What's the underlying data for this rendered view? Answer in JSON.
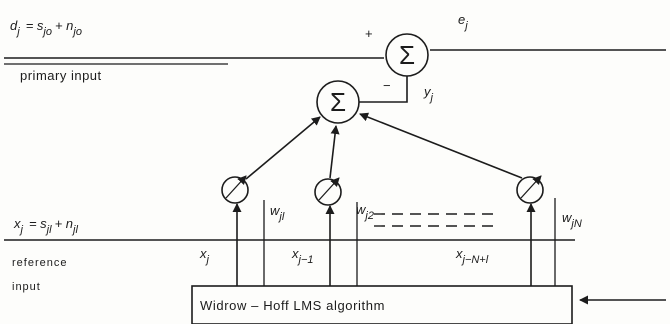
{
  "labels": {
    "d_eq": "d",
    "d_sub": "j",
    "d_rhs": "= s",
    "d_rhs_sub": "jo",
    "d_plus": "+ n",
    "d_plus_sub": "jo",
    "primary_input": "primary  input",
    "reference_input_1": "reference",
    "reference_input_2": "input",
    "x_eq": "x",
    "x_sub": "j",
    "x_rhs": "= s",
    "x_rhs_sub": "jl",
    "x_plus": "+ n",
    "x_plus_sub": "jl",
    "plus_sign": "+",
    "minus_sign": "−",
    "sigma": "Σ",
    "error": "e",
    "error_sub": "j",
    "output": "y",
    "output_sub": "j",
    "w1": "w",
    "w1_sub": "jl",
    "w2": "w",
    "w2_sub": "j2",
    "wN": "w",
    "wN_sub": "jN",
    "tap1": "x",
    "tap1_sub": "j",
    "tap2": "x",
    "tap2_sub": "j−1",
    "tapN": "x",
    "tapN_sub": "j−N+l",
    "algorithm": "Widrow – Hoff  LMS  algorithm"
  }
}
